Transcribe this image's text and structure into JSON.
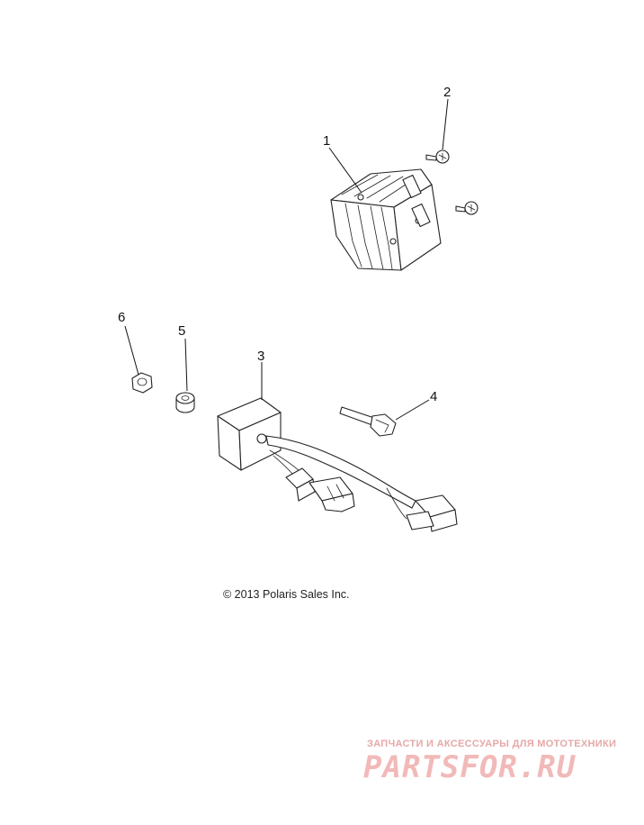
{
  "callouts": {
    "c1": "1",
    "c2": "2",
    "c3": "3",
    "c4": "4",
    "c5": "5",
    "c6": "6"
  },
  "copyright": "© 2013 Polaris Sales Inc.",
  "watermark": {
    "subtitle": "ЗАПЧАСТИ И АКСЕССУАРЫ ДЛЯ МОТОТЕХНИКИ",
    "brand": "PARTSFOR.RU"
  },
  "colors": {
    "line": "#222222",
    "watermark": "#f2b9b9"
  }
}
